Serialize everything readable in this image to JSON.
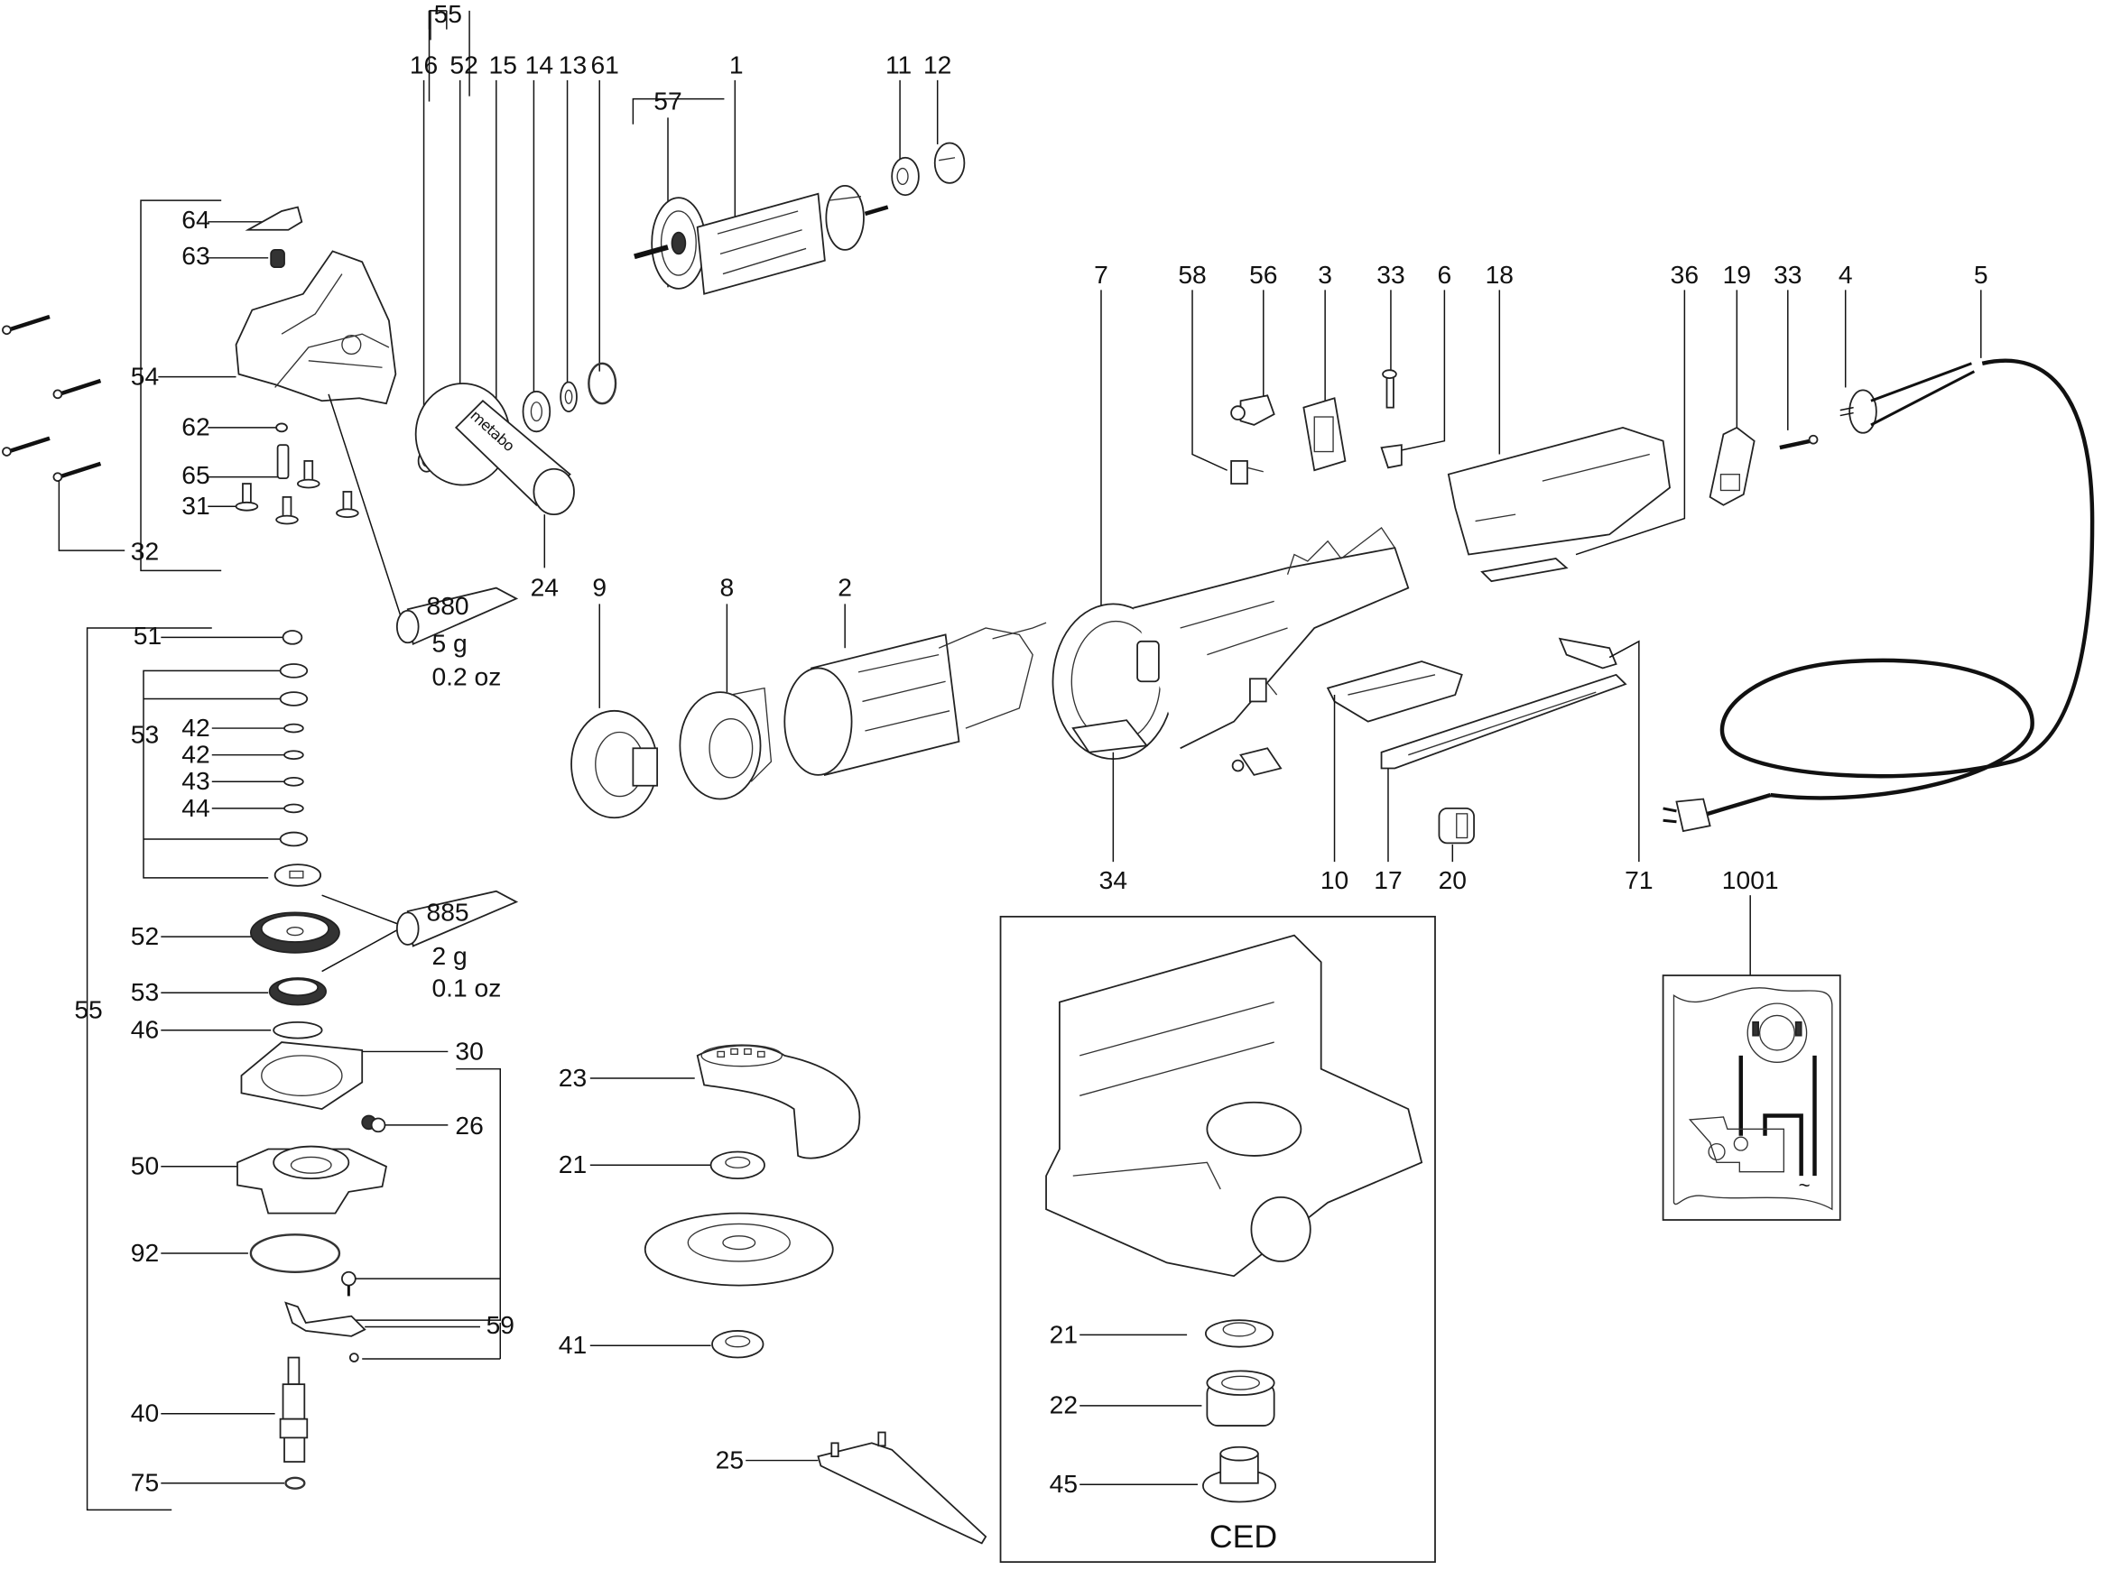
{
  "diagram": {
    "title": "Angle grinder exploded parts diagram",
    "labels": {
      "p55_top": "55",
      "p16": "16",
      "p52_top": "52",
      "p15": "15",
      "p14": "14",
      "p13": "13",
      "p61": "61",
      "p1": "1",
      "p57": "57",
      "p11": "11",
      "p12": "12",
      "p64": "64",
      "p63": "63",
      "p54": "54",
      "p62": "62",
      "p65": "65",
      "p31": "31",
      "p32": "32",
      "p24": "24",
      "p7": "7",
      "p58": "58",
      "p56": "56",
      "p3": "3",
      "p33a": "33",
      "p6": "6",
      "p18": "18",
      "p36": "36",
      "p19": "19",
      "p33b": "33",
      "p4": "4",
      "p5": "5",
      "p9": "9",
      "p8": "8",
      "p2": "2",
      "p34": "34",
      "p10": "10",
      "p17": "17",
      "p20": "20",
      "p71": "71",
      "p1001": "1001",
      "p51": "51",
      "p53a": "53",
      "p42a": "42",
      "p42b": "42",
      "p43": "43",
      "p44": "44",
      "p52": "52",
      "p53b": "53",
      "p46": "46",
      "p55": "55",
      "p30": "30",
      "p26": "26",
      "p50": "50",
      "p92": "92",
      "p59": "59",
      "p40": "40",
      "p75": "75",
      "p23": "23",
      "p21": "21",
      "p41": "41",
      "p25": "25",
      "p21_ced": "21",
      "p22": "22",
      "p45": "45"
    },
    "grease": [
      {
        "code": "880",
        "weight_metric": "5 g",
        "weight_imperial": "0.2 oz"
      },
      {
        "code": "885",
        "weight_metric": "2 g",
        "weight_imperial": "0.1 oz"
      }
    ],
    "handle_brand": "metabo",
    "ced_label": "CED",
    "wiring_symbol": "~"
  }
}
